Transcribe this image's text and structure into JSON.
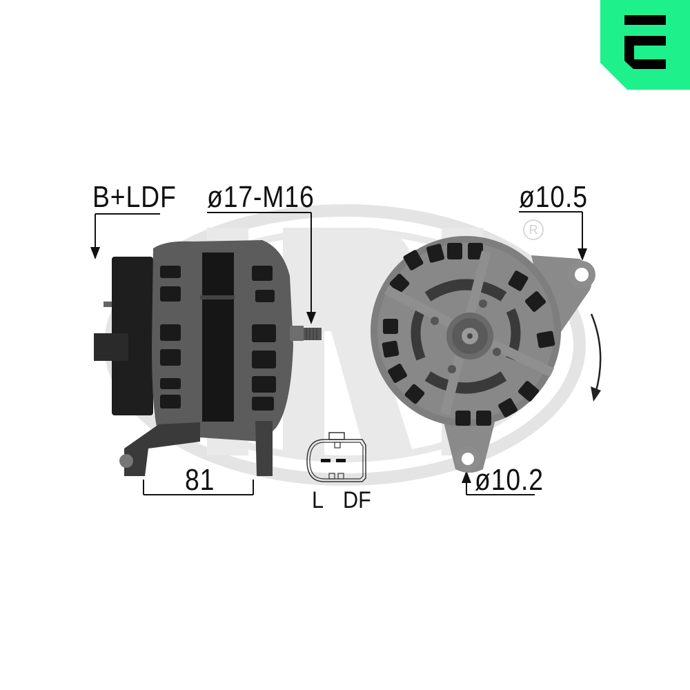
{
  "brand": {
    "logo_letter": "E",
    "logo_color": "#1EF08C",
    "watermark_text": "ERA",
    "watermark_color": "#E6E6E6",
    "registered_mark": "®"
  },
  "product": {
    "type": "alternator",
    "views": [
      "side-view",
      "front-view"
    ]
  },
  "dimensions": {
    "terminal_label": "B+LDF",
    "shaft_label": "ø17-M16",
    "upper_mount_label": "ø10.5",
    "lower_mount_label": "ø10.2",
    "mount_width_label": "81"
  },
  "connector": {
    "pin_labels": [
      "L",
      "DF"
    ]
  },
  "rotation": {
    "direction": "clockwise"
  }
}
